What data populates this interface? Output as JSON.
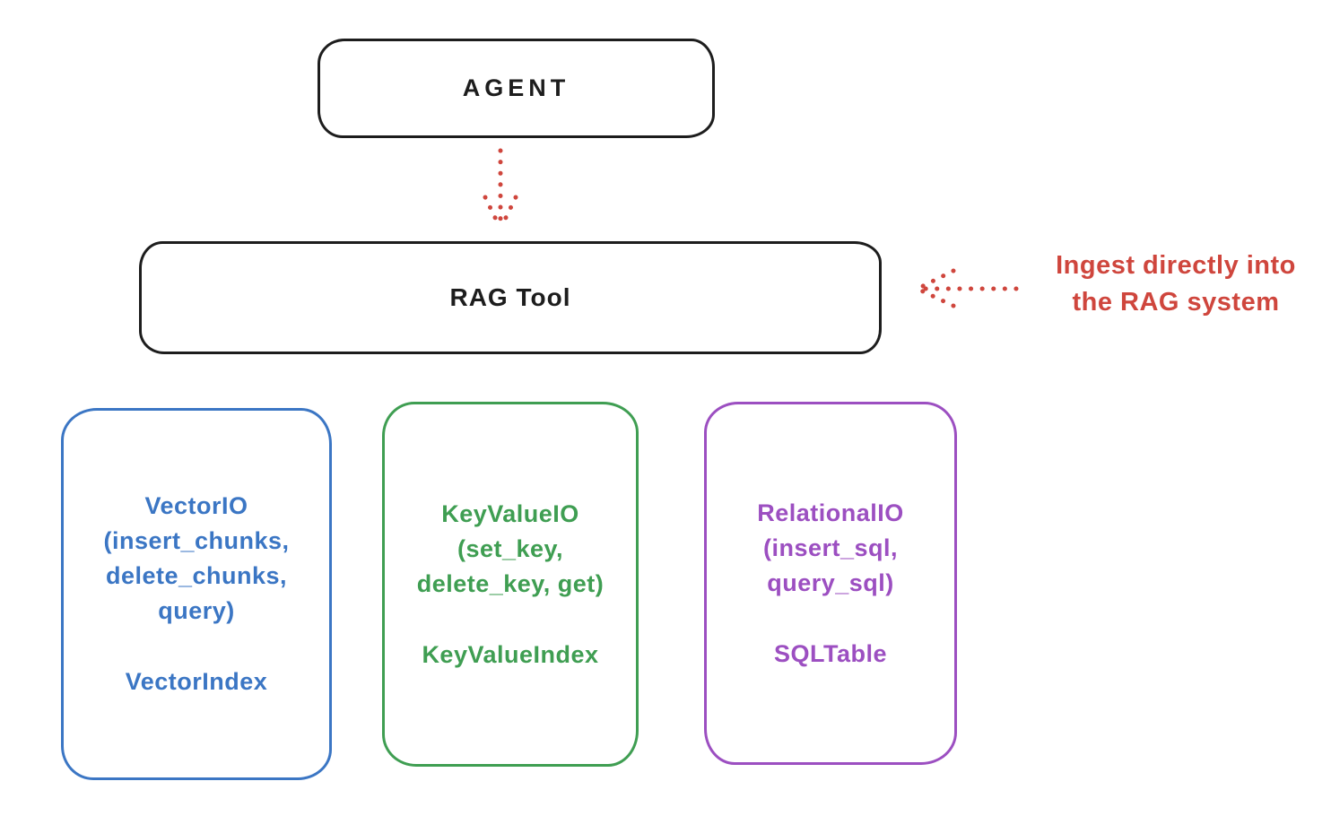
{
  "colors": {
    "outline": "#1d1d1d",
    "accent_red": "#cf463d",
    "vector_blue": "#3b76c4",
    "keyvalue_green": "#3f9e52",
    "relational_purple": "#9c4fc1"
  },
  "agent_box": {
    "label": "AGENT"
  },
  "rag_tool_box": {
    "label": "RAG Tool"
  },
  "annotation": {
    "line1": "Ingest directly into",
    "line2": "the RAG system"
  },
  "backend_boxes": [
    {
      "name": "vector-io",
      "title_lines": [
        "VectorIO",
        "(insert_chunks,",
        "delete_chunks,",
        "query)"
      ],
      "index_label": "VectorIndex"
    },
    {
      "name": "keyvalue-io",
      "title_lines": [
        "KeyValueIO",
        "(set_key,",
        "delete_key, get)"
      ],
      "index_label": "KeyValueIndex"
    },
    {
      "name": "relational-io",
      "title_lines": [
        "RelationalIO",
        "(insert_sql,",
        "query_sql)"
      ],
      "index_label": "SQLTable"
    }
  ]
}
